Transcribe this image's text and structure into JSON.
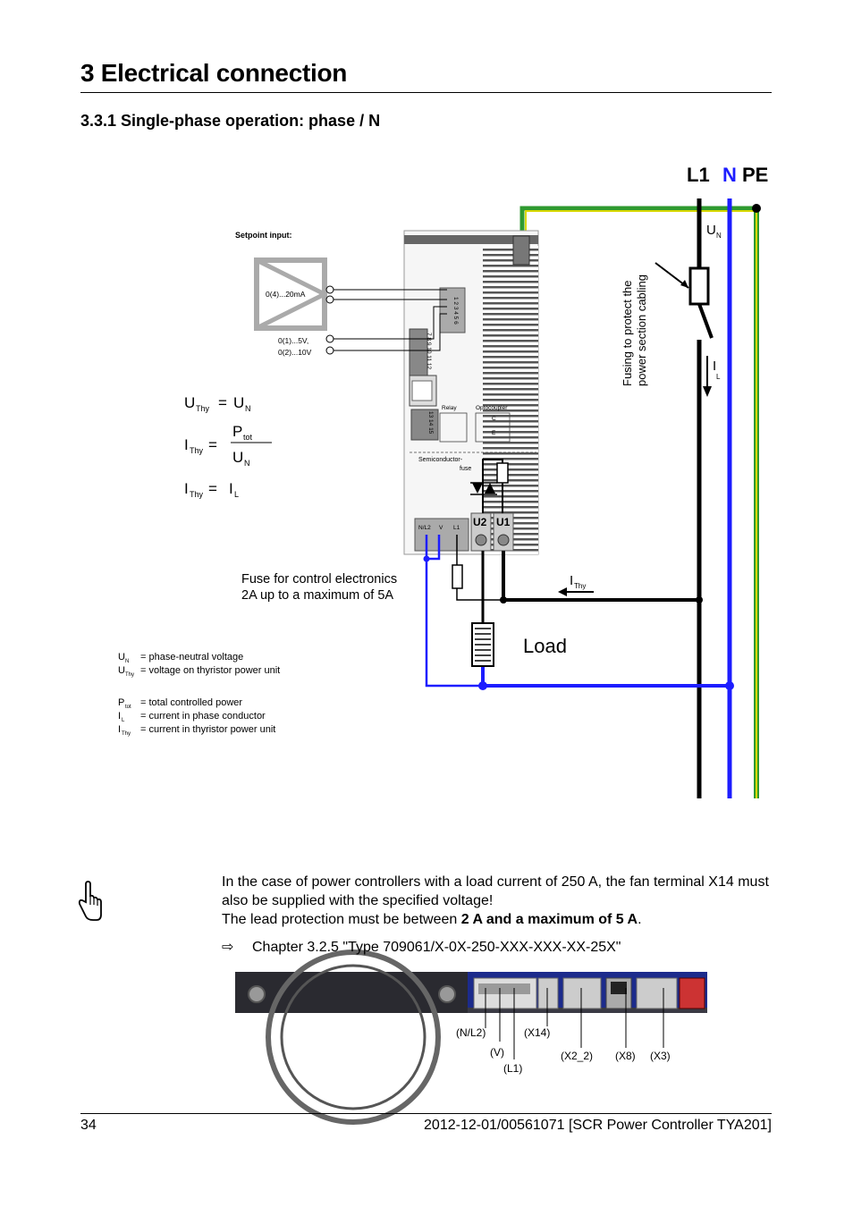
{
  "header": {
    "chapter_title": "3 Electrical connection",
    "section_title": "3.3.1 Single-phase operation: phase / N"
  },
  "diagram": {
    "conductors": {
      "l1": "L1",
      "n": "N",
      "pe": "PE"
    },
    "setpoint_title": "Setpoint input:",
    "setpoint_current": "0(4)...20mA",
    "setpoint_voltage_1": "0(1)...5V,",
    "setpoint_voltage_2": "0(2)...10V",
    "terminal_numbers_1": "1 2 3 4 5 6",
    "terminal_numbers_2": "7 8 9 10 11 12",
    "terminal_numbers_3": "13 14 15",
    "relay_label": "Relay",
    "optocoupler_label": "Optocoupler",
    "optocoupler_c": "C",
    "optocoupler_e": "E",
    "semiconductor_fuse_1": "Semiconductor-",
    "semiconductor_fuse_2": "fuse",
    "terminal_u2": "U2",
    "terminal_u1": "U1",
    "terminal_nl2": "N/L2",
    "terminal_v": "V",
    "terminal_l1": "L1",
    "fusing_line_1": "Fusing to protect the",
    "fusing_line_2": "power section cabling",
    "control_fuse_line_1": "Fuse for control electronics",
    "control_fuse_line_2": "2A up to a maximum of 5A",
    "load_label": "Load",
    "sym_u": "U",
    "sym_i": "I",
    "sym_p": "P",
    "sub_n": "N",
    "sub_l": "L",
    "sub_thy": "Thy",
    "sub_tot": "tot",
    "eq_sign": "=",
    "legend": [
      {
        "sym": "U",
        "sub": "N",
        "text": "= phase-neutral voltage"
      },
      {
        "sym": "U",
        "sub": "Thy",
        "text": "= voltage on thyristor power unit"
      },
      {
        "sym": "P",
        "sub": "tot",
        "text": "= total controlled power"
      },
      {
        "sym": "I",
        "sub": "L",
        "text": "= current in phase conductor"
      },
      {
        "sym": "I",
        "sub": "Thy",
        "text": "= current in thyristor power unit"
      }
    ]
  },
  "note": {
    "line_1": "In the case of power controllers with a load current of 250 A, the fan terminal X14 must also be supplied with the specified voltage!",
    "line_2_prefix": "The lead protection must be between ",
    "line_2_bold": "2 A and a maximum of 5 A",
    "line_2_suffix": ".",
    "reference": "Chapter 3.2.5 \"Type 709061/X-0X-250-XXX-XXX-XX-25X\""
  },
  "device_photo": {
    "labels": {
      "nl2": "(N/L2)",
      "x14": "(X14)",
      "v": "(V)",
      "l1": "(L1)",
      "x2_2": "(X2_2)",
      "x8": "(X8)",
      "x3": "(X3)"
    }
  },
  "footer": {
    "page_number": "34",
    "doc_info": "2012-12-01/00561071 [SCR Power Controller TYA201]"
  },
  "colors": {
    "neutral_blue": "#1d1dff",
    "pe_green": "#2f9a2f",
    "pe_yellow": "#d8d800",
    "device_navy": "#1c2b8c"
  }
}
